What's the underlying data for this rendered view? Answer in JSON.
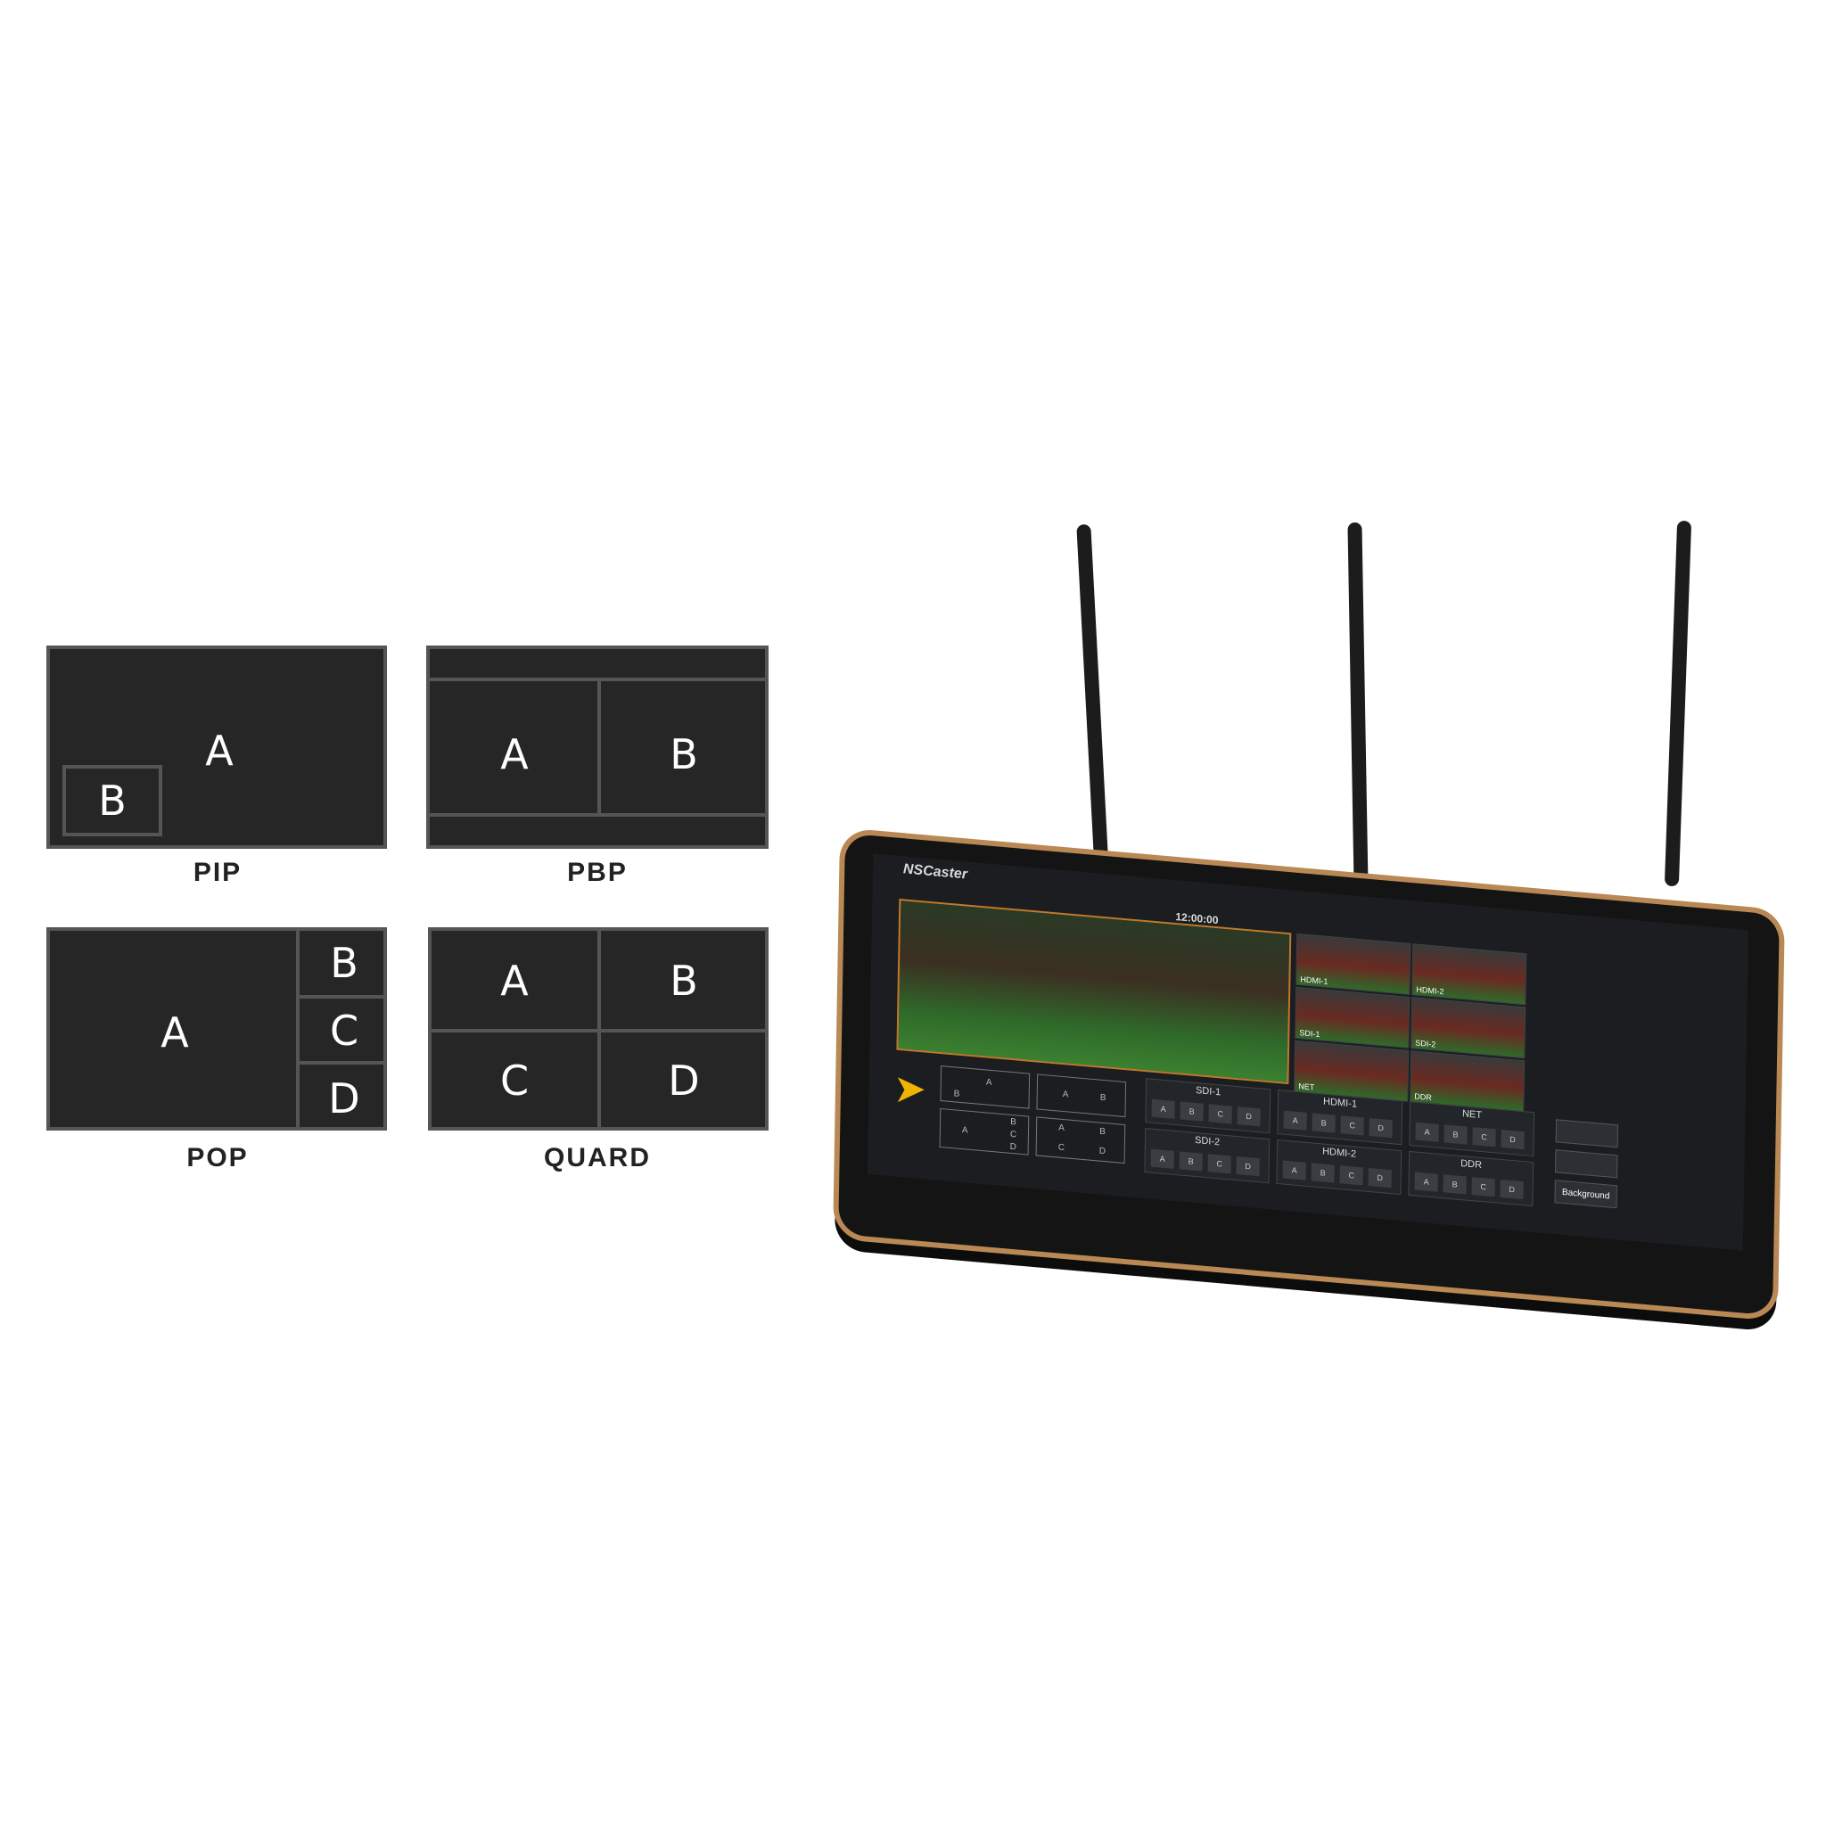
{
  "layouts": [
    {
      "id": "pip",
      "caption": "PIP",
      "letters": [
        "A",
        "B"
      ]
    },
    {
      "id": "pbp",
      "caption": "PBP",
      "letters": [
        "A",
        "B"
      ]
    },
    {
      "id": "pop",
      "caption": "POP",
      "letters": [
        "A",
        "B",
        "C",
        "D"
      ]
    },
    {
      "id": "quard",
      "caption": "QUARD",
      "letters": [
        "A",
        "B",
        "C",
        "D"
      ]
    }
  ],
  "device": {
    "brand": "NSCaster",
    "clock": "12:00:00",
    "thumbnails": [
      "HDMI-1",
      "HDMI-2",
      "SDI-1",
      "SDI-2",
      "NET",
      "DDR"
    ],
    "source_groups": [
      {
        "name": "SDI-1",
        "buttons": [
          "A",
          "B",
          "C",
          "D"
        ]
      },
      {
        "name": "HDMI-1",
        "buttons": [
          "A",
          "B",
          "C",
          "D"
        ]
      },
      {
        "name": "NET",
        "buttons": [
          "A",
          "B",
          "C",
          "D"
        ]
      },
      {
        "name": "SDI-2",
        "buttons": [
          "A",
          "B",
          "C",
          "D"
        ]
      },
      {
        "name": "HDMI-2",
        "buttons": [
          "A",
          "B",
          "C",
          "D"
        ]
      },
      {
        "name": "DDR",
        "buttons": [
          "A",
          "B",
          "C",
          "D"
        ]
      }
    ],
    "side_buttons": [
      "",
      "",
      "Background"
    ]
  },
  "colors": {
    "panel": "#262626",
    "panel_border": "#555555",
    "bezel_trim": "#b98855",
    "arrow": "#f0b400"
  }
}
